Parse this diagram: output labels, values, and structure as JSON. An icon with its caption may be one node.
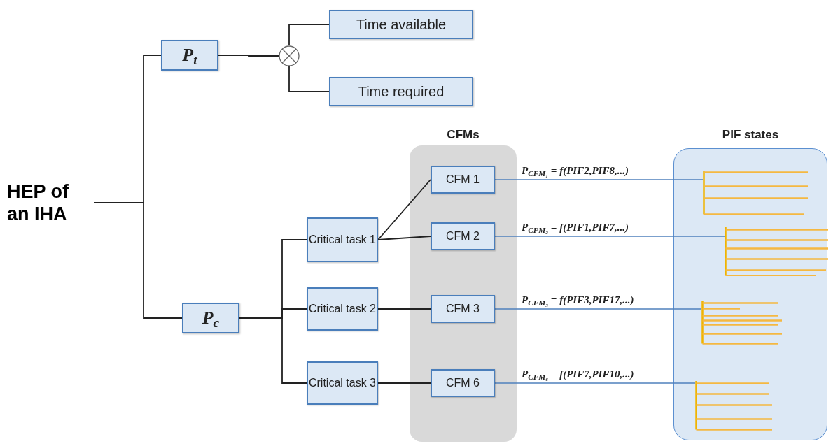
{
  "diagram": {
    "nodes": [
      {
        "text": [
          "HEP of an IHA"
        ]
      },
      {
        "text": [
          "P$_{t}$"
        ]
      },
      {
        "text": [],
        "shape": "circle"
      },
      {
        "text": [
          "Time available"
        ]
      },
      {
        "text": [
          "Time required"
        ]
      },
      {
        "text": [
          "P$_{c}$"
        ]
      },
      {
        "text": [
          "Critical task 1"
        ]
      },
      {
        "text": [
          "Critical task 2"
        ]
      },
      {
        "text": [
          "Critical task 3"
        ]
      },
      {
        "text": [
          "CFMs"
        ]
      },
      {
        "text": [
          "CFM 1"
        ],
        "in": 9
      },
      {
        "text": [
          "CFM 2"
        ],
        "in": 9
      },
      {
        "text": [
          "CFM 3"
        ],
        "in": 9
      },
      {
        "text": [
          "CFM 6"
        ],
        "in": 9
      },
      {
        "text": [
          "PIF states"
        ]
      },
      {
        "text": [],
        "shape": "picture",
        "in": 14
      },
      {
        "text": [],
        "shape": "picture",
        "in": 14
      },
      {
        "text": [],
        "shape": "picture",
        "in": 14
      },
      {
        "text": [],
        "shape": "picture",
        "in": 14
      }
    ],
    "edges": [
      {
        "from": 0,
        "to": 1,
        "arrow": "none"
      },
      {
        "from": 0,
        "to": 5,
        "arrow": "none"
      },
      {
        "from": 1,
        "to": 2,
        "arrow": "none"
      },
      {
        "from": 2,
        "to": 3,
        "arrow": "none"
      },
      {
        "from": 2,
        "to": 4,
        "arrow": "none"
      },
      {
        "from": 5,
        "to": 6,
        "arrow": "none"
      },
      {
        "from": 5,
        "to": 7,
        "arrow": "none"
      },
      {
        "from": 5,
        "to": 8,
        "arrow": "none"
      },
      {
        "from": 6,
        "to": 10,
        "arrow": "none"
      },
      {
        "from": 6,
        "to": 11,
        "arrow": "none"
      },
      {
        "from": 7,
        "to": 12,
        "arrow": "none"
      },
      {
        "from": 8,
        "to": 13,
        "arrow": "none"
      },
      {
        "from": 10,
        "to": 15,
        "arrow": "none",
        "label": "P$_{CFM₁}$ = f(PIF2,PIF8,...)",
        "color": "#4f81bd"
      },
      {
        "from": 11,
        "to": 16,
        "arrow": "none",
        "label": "P$_{CFM₂}$ = f(PIF1,PIF7,...)",
        "color": "#4f81bd"
      },
      {
        "from": 12,
        "to": 17,
        "arrow": "none",
        "label": "P$_{CFM₃}$ = f(PIF3,PIF17,...)",
        "color": "#4f81bd"
      },
      {
        "from": 13,
        "to": 18,
        "arrow": "none",
        "label": "P$_{CFM₆}$ = f(PIF7,PIF10,...)",
        "color": "#4f81bd"
      }
    ]
  }
}
